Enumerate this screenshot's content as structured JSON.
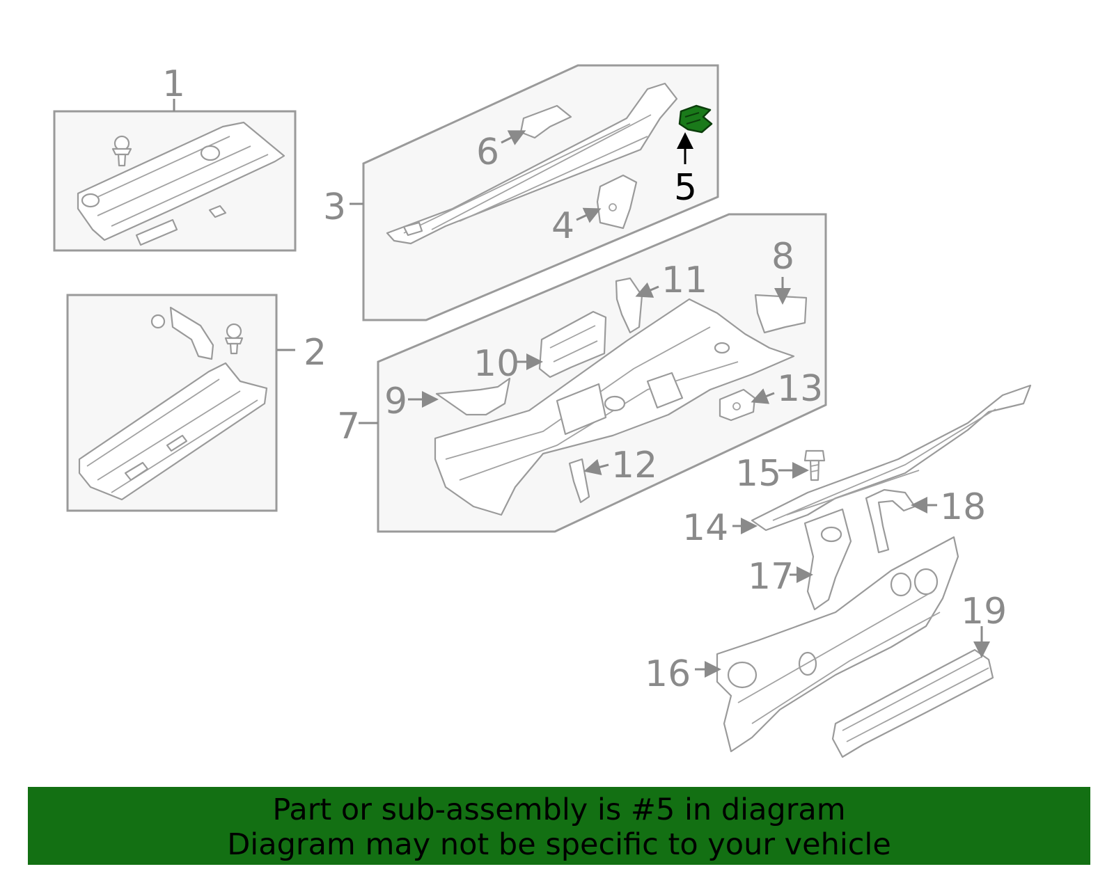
{
  "colors": {
    "part_gray": "#9a9a9a",
    "label_gray": "#8a8a8a",
    "panel_fill": "#f7f7f7",
    "highlight_green": "#1a7a1a",
    "banner_green": "#137013",
    "highlight_label": "#000000"
  },
  "callouts": {
    "c1": "1",
    "c2": "2",
    "c3": "3",
    "c4": "4",
    "c5": "5",
    "c6": "6",
    "c7": "7",
    "c8": "8",
    "c9": "9",
    "c10": "10",
    "c11": "11",
    "c12": "12",
    "c13": "13",
    "c14": "14",
    "c15": "15",
    "c16": "16",
    "c17": "17",
    "c18": "18",
    "c19": "19"
  },
  "highlighted_part": "5",
  "banner": {
    "line1": "Part or sub-assembly is #5 in diagram",
    "line2": "Diagram may not be specific to your vehicle"
  }
}
